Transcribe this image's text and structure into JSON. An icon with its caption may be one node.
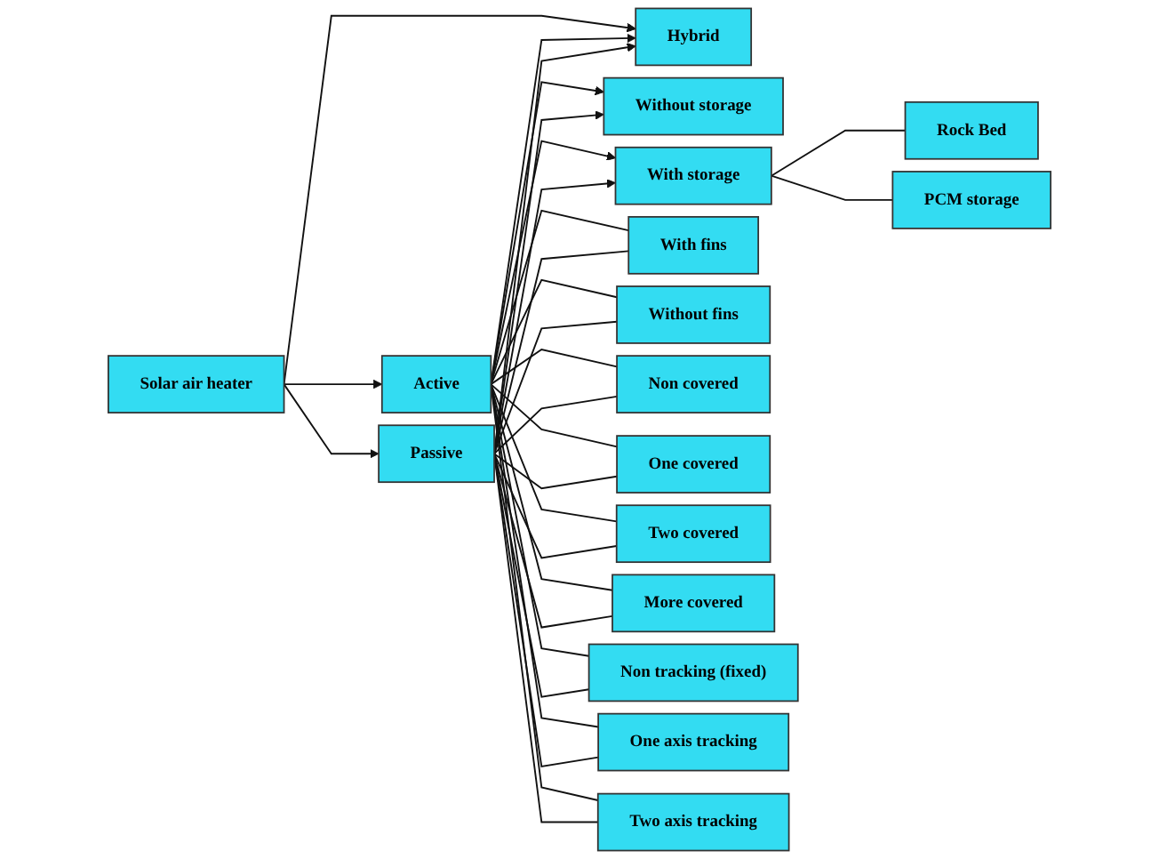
{
  "diagram": {
    "nodes": [
      {
        "text": [
          "Solar air heater"
        ]
      },
      {
        "text": [
          "Active"
        ]
      },
      {
        "text": [
          "Hybrid"
        ]
      },
      {
        "text": [
          "Passive"
        ]
      },
      {
        "text": [
          "Without storage"
        ]
      },
      {
        "text": [
          "With storage"
        ]
      },
      {
        "text": [
          "Rock Bed"
        ]
      },
      {
        "text": [
          "PCM storage"
        ]
      },
      {
        "text": [
          "With fins"
        ]
      },
      {
        "text": [
          "Without fins"
        ]
      },
      {
        "text": [
          "Non covered"
        ]
      },
      {
        "text": [
          "One covered"
        ]
      },
      {
        "text": [
          "Two covered"
        ]
      },
      {
        "text": [
          "More covered"
        ]
      },
      {
        "text": [
          "Non tracking (fixed)"
        ]
      },
      {
        "text": [
          "One axis tracking"
        ]
      },
      {
        "text": [
          "Two axis tracking"
        ]
      }
    ],
    "edges": [
      {
        "from": 0,
        "to": 1,
        "arrow": "to"
      },
      {
        "from": 0,
        "to": 2,
        "arrow": "to"
      },
      {
        "from": 0,
        "to": 3,
        "arrow": "to"
      },
      {
        "from": 1,
        "to": 2,
        "arrow": "to"
      },
      {
        "from": 3,
        "to": 2,
        "arrow": "to"
      },
      {
        "from": 1,
        "to": 4,
        "arrow": "to"
      },
      {
        "from": 1,
        "to": 5,
        "arrow": "to"
      },
      {
        "from": 3,
        "to": 4,
        "arrow": "to"
      },
      {
        "from": 3,
        "to": 5,
        "arrow": "to"
      },
      {
        "from": 5,
        "to": 6,
        "arrow": "none"
      },
      {
        "from": 5,
        "to": 7,
        "arrow": "none"
      },
      {
        "from": 1,
        "to": 8,
        "arrow": "none"
      },
      {
        "from": 1,
        "to": 9,
        "arrow": "none"
      },
      {
        "from": 3,
        "to": 8,
        "arrow": "none"
      },
      {
        "from": 3,
        "to": 9,
        "arrow": "none"
      },
      {
        "from": 1,
        "to": 10,
        "arrow": "none"
      },
      {
        "from": 1,
        "to": 11,
        "arrow": "none"
      },
      {
        "from": 1,
        "to": 12,
        "arrow": "none"
      },
      {
        "from": 1,
        "to": 13,
        "arrow": "none"
      },
      {
        "from": 3,
        "to": 10,
        "arrow": "none"
      },
      {
        "from": 3,
        "to": 11,
        "arrow": "none"
      },
      {
        "from": 3,
        "to": 12,
        "arrow": "none"
      },
      {
        "from": 3,
        "to": 13,
        "arrow": "none"
      },
      {
        "from": 1,
        "to": 14,
        "arrow": "none"
      },
      {
        "from": 1,
        "to": 15,
        "arrow": "none"
      },
      {
        "from": 1,
        "to": 16,
        "arrow": "none"
      },
      {
        "from": 3,
        "to": 14,
        "arrow": "none"
      },
      {
        "from": 3,
        "to": 15,
        "arrow": "none"
      },
      {
        "from": 3,
        "to": 16,
        "arrow": "none"
      }
    ]
  }
}
